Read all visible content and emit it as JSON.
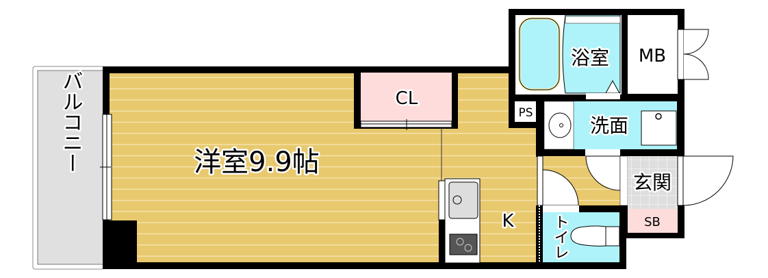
{
  "floor_plan": {
    "rooms": {
      "main_room": "洋室9.9帖",
      "closet": "CL",
      "kitchen": "K",
      "bathroom": "浴室",
      "meter_box": "MB",
      "pipe_space": "PS",
      "washroom": "洗面",
      "entrance": "玄関",
      "shoe_box": "SB",
      "toilet": "トイレ",
      "balcony": "バルコニー"
    },
    "colors": {
      "wood_floor": "#e8c96e",
      "wet_area": "#aef3fa",
      "closet": "#ffdcdc",
      "balcony": "#e0e0e0",
      "entrance_tile": "#dedede",
      "wall": "#000000"
    }
  }
}
